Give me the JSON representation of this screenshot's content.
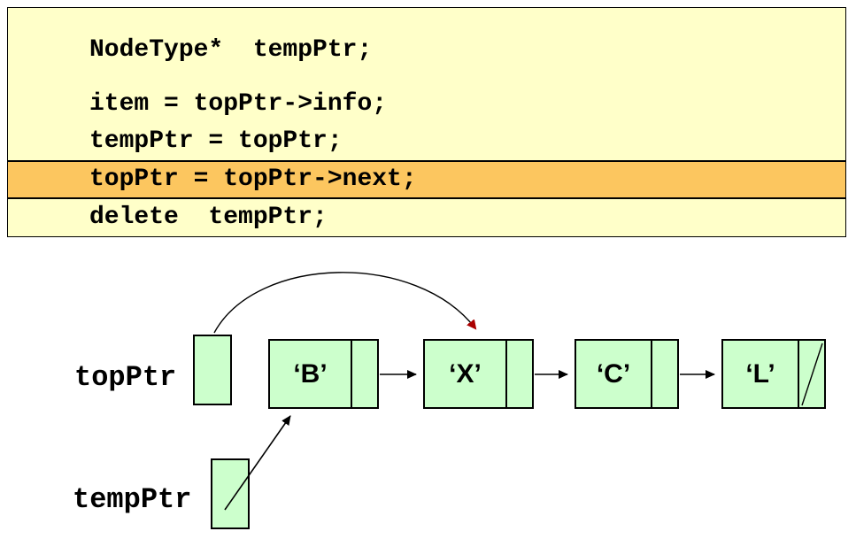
{
  "code_box": {
    "lines": [
      "NodeType*  tempPtr;",
      "item = topPtr->info;",
      "tempPtr = topPtr;",
      "topPtr = topPtr->next;",
      "delete  tempPtr;"
    ],
    "highlighted_line_index": 3,
    "colors": {
      "background": "#FFFFC9",
      "highlight": "#FCC65F",
      "border": "#000000"
    }
  },
  "diagram": {
    "labels": {
      "top_pointer": "topPtr",
      "temp_pointer": "tempPtr"
    },
    "nodes": [
      {
        "label": "‘B’"
      },
      {
        "label": "‘X’"
      },
      {
        "label": "‘C’"
      },
      {
        "label": "‘L’",
        "null_next": true
      }
    ],
    "colors": {
      "cell_fill": "#CCFFCC",
      "new_link_arrowhead": "#AA0000",
      "arrow": "#000000"
    }
  }
}
